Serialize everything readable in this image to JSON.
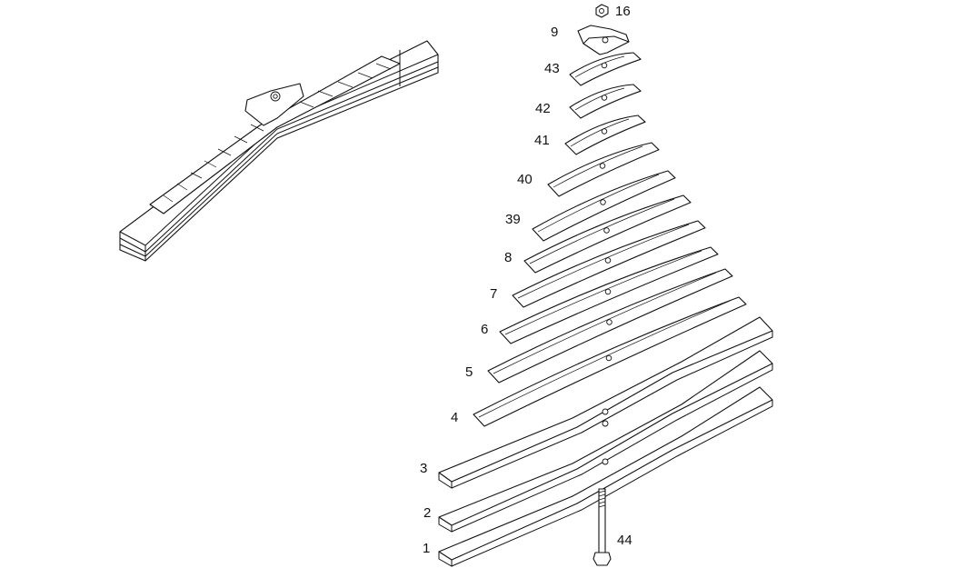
{
  "diagram": {
    "type": "exploded-parts-view",
    "subject": "leaf spring",
    "callouts": [
      {
        "id": "c16",
        "label": "16"
      },
      {
        "id": "c9",
        "label": "9"
      },
      {
        "id": "c43",
        "label": "43"
      },
      {
        "id": "c42",
        "label": "42"
      },
      {
        "id": "c41",
        "label": "41"
      },
      {
        "id": "c40",
        "label": "40"
      },
      {
        "id": "c39",
        "label": "39"
      },
      {
        "id": "c8",
        "label": "8"
      },
      {
        "id": "c7",
        "label": "7"
      },
      {
        "id": "c6",
        "label": "6"
      },
      {
        "id": "c5",
        "label": "5"
      },
      {
        "id": "c4",
        "label": "4"
      },
      {
        "id": "c3",
        "label": "3"
      },
      {
        "id": "c2",
        "label": "2"
      },
      {
        "id": "c1",
        "label": "1"
      },
      {
        "id": "c44",
        "label": "44"
      }
    ]
  }
}
